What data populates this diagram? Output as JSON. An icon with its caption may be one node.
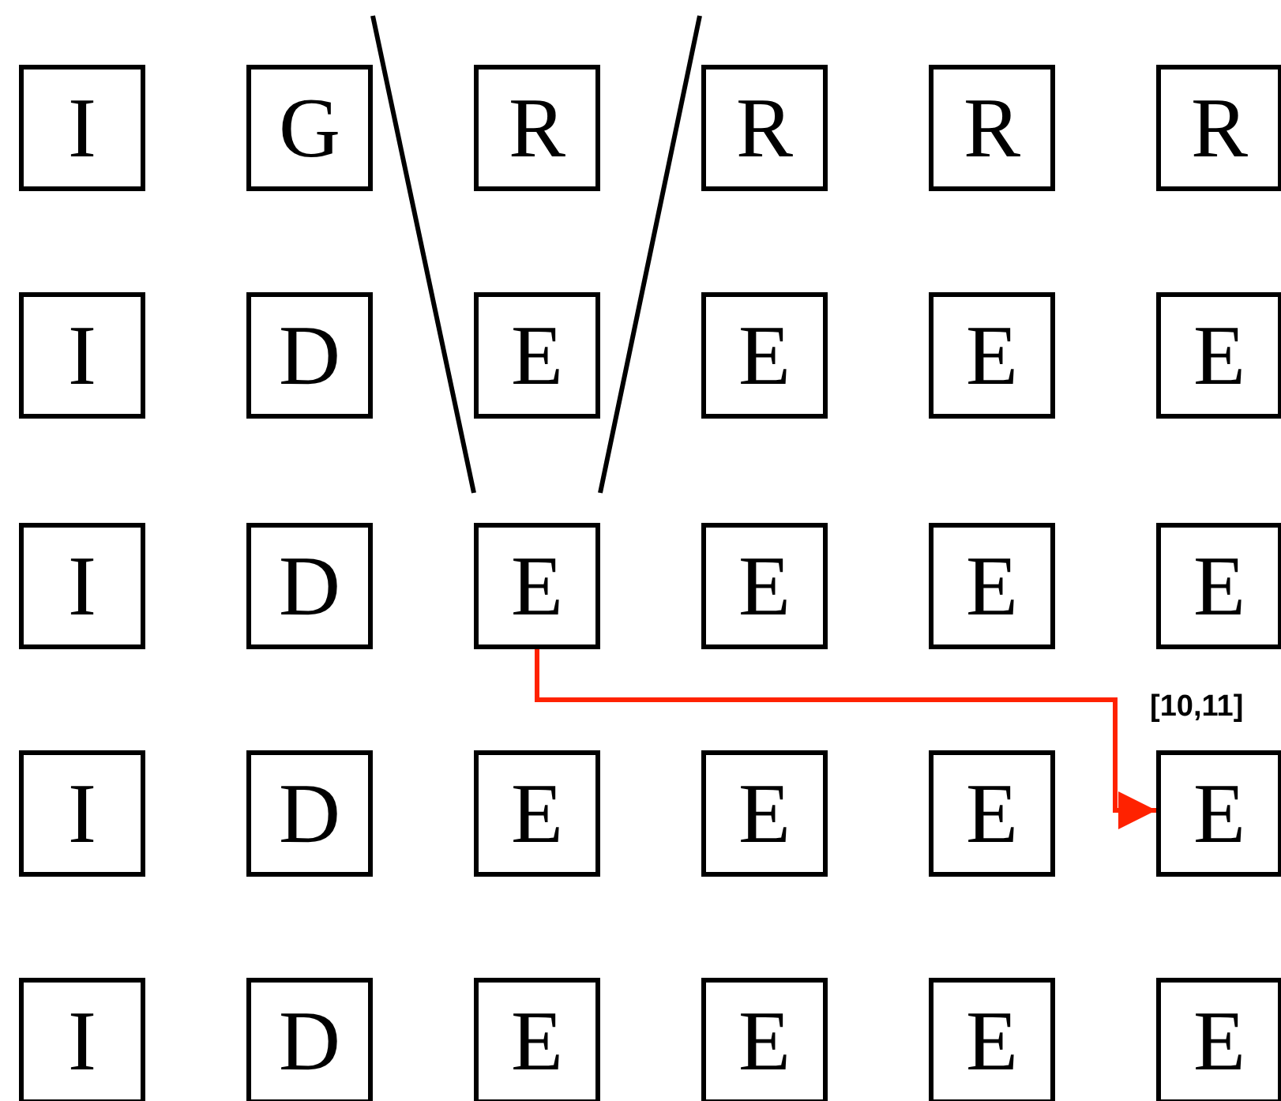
{
  "diagram": {
    "nodes": [
      {
        "text": [
          "I"
        ]
      },
      {
        "text": [
          "G"
        ]
      },
      {
        "text": [
          "R"
        ]
      },
      {
        "text": [
          "R"
        ]
      },
      {
        "text": [
          "R"
        ]
      },
      {
        "text": [
          "R"
        ]
      },
      {
        "text": [
          "I"
        ]
      },
      {
        "text": [
          "D"
        ]
      },
      {
        "text": [
          "E"
        ]
      },
      {
        "text": [
          "E"
        ]
      },
      {
        "text": [
          "E"
        ]
      },
      {
        "text": [
          "E"
        ]
      },
      {
        "text": [
          "I"
        ]
      },
      {
        "text": [
          "D"
        ]
      },
      {
        "text": [
          "E"
        ]
      },
      {
        "text": [
          "E"
        ]
      },
      {
        "text": [
          "E"
        ]
      },
      {
        "text": [
          "E"
        ]
      },
      {
        "text": [
          "I"
        ]
      },
      {
        "text": [
          "D"
        ]
      },
      {
        "text": [
          "E"
        ]
      },
      {
        "text": [
          "E"
        ]
      },
      {
        "text": [
          "E"
        ]
      },
      {
        "text": [
          "E"
        ],
        "beside": [
          "[10,11]"
        ]
      },
      {
        "text": [
          "I"
        ]
      },
      {
        "text": [
          "D"
        ]
      },
      {
        "text": [
          "E"
        ]
      },
      {
        "text": [
          "E"
        ]
      },
      {
        "text": [
          "E"
        ]
      },
      {
        "text": [
          "E"
        ]
      }
    ],
    "edges": [
      {
        "from": 14,
        "to": 23,
        "arrow": "to",
        "color": "#ff2200"
      }
    ]
  }
}
